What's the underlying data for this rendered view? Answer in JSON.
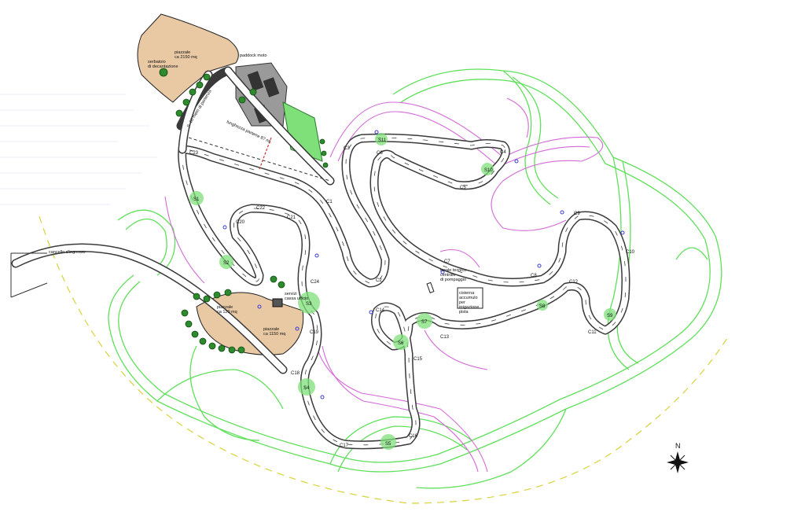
{
  "plan": {
    "labels": {
      "cancello": "cancello d'ingresso",
      "piazzale_top": "piazzale\nca 2150 mq",
      "serbatoio": "serbatoio\ndi decantazione",
      "paddock_moto": "paddock moto",
      "lunghezza": "lunghezza parterre 87 mt.",
      "tracciato": "n. 10 metri di partenza",
      "locale_tecnico": "locale tecnico\ncentrale\ndi pompaggio",
      "cisterna": "cisterna\naccumulo\nper\nirrigazione\npista",
      "piazzale_small": "piazzale\nca 120 mq",
      "piazzale_bottom": "piazzale\nca 1150 mq",
      "servizi": "servizi\ncassa ufficio"
    },
    "corners": [
      "C1",
      "C2",
      "C3",
      "C4",
      "C5",
      "C6",
      "C7",
      "C8",
      "C9",
      "C10",
      "C11",
      "C12",
      "C13",
      "C14",
      "C15",
      "C16",
      "C17",
      "C18",
      "C19",
      "C20",
      "C21",
      "C22",
      "C23",
      "C24"
    ],
    "sectors": [
      "S1",
      "S2",
      "S3",
      "S4",
      "S5",
      "S6",
      "S7",
      "S8",
      "S9",
      "S10",
      "S11"
    ],
    "compass": "N"
  },
  "colors": {
    "track": "#3a3a3a",
    "green_paths": "#5fe05a",
    "magenta_paths": "#d46ad8",
    "boundary_dash": "#d8d23a",
    "dirt_area": "#e9c8a4",
    "trees": "#2d8a2d"
  }
}
